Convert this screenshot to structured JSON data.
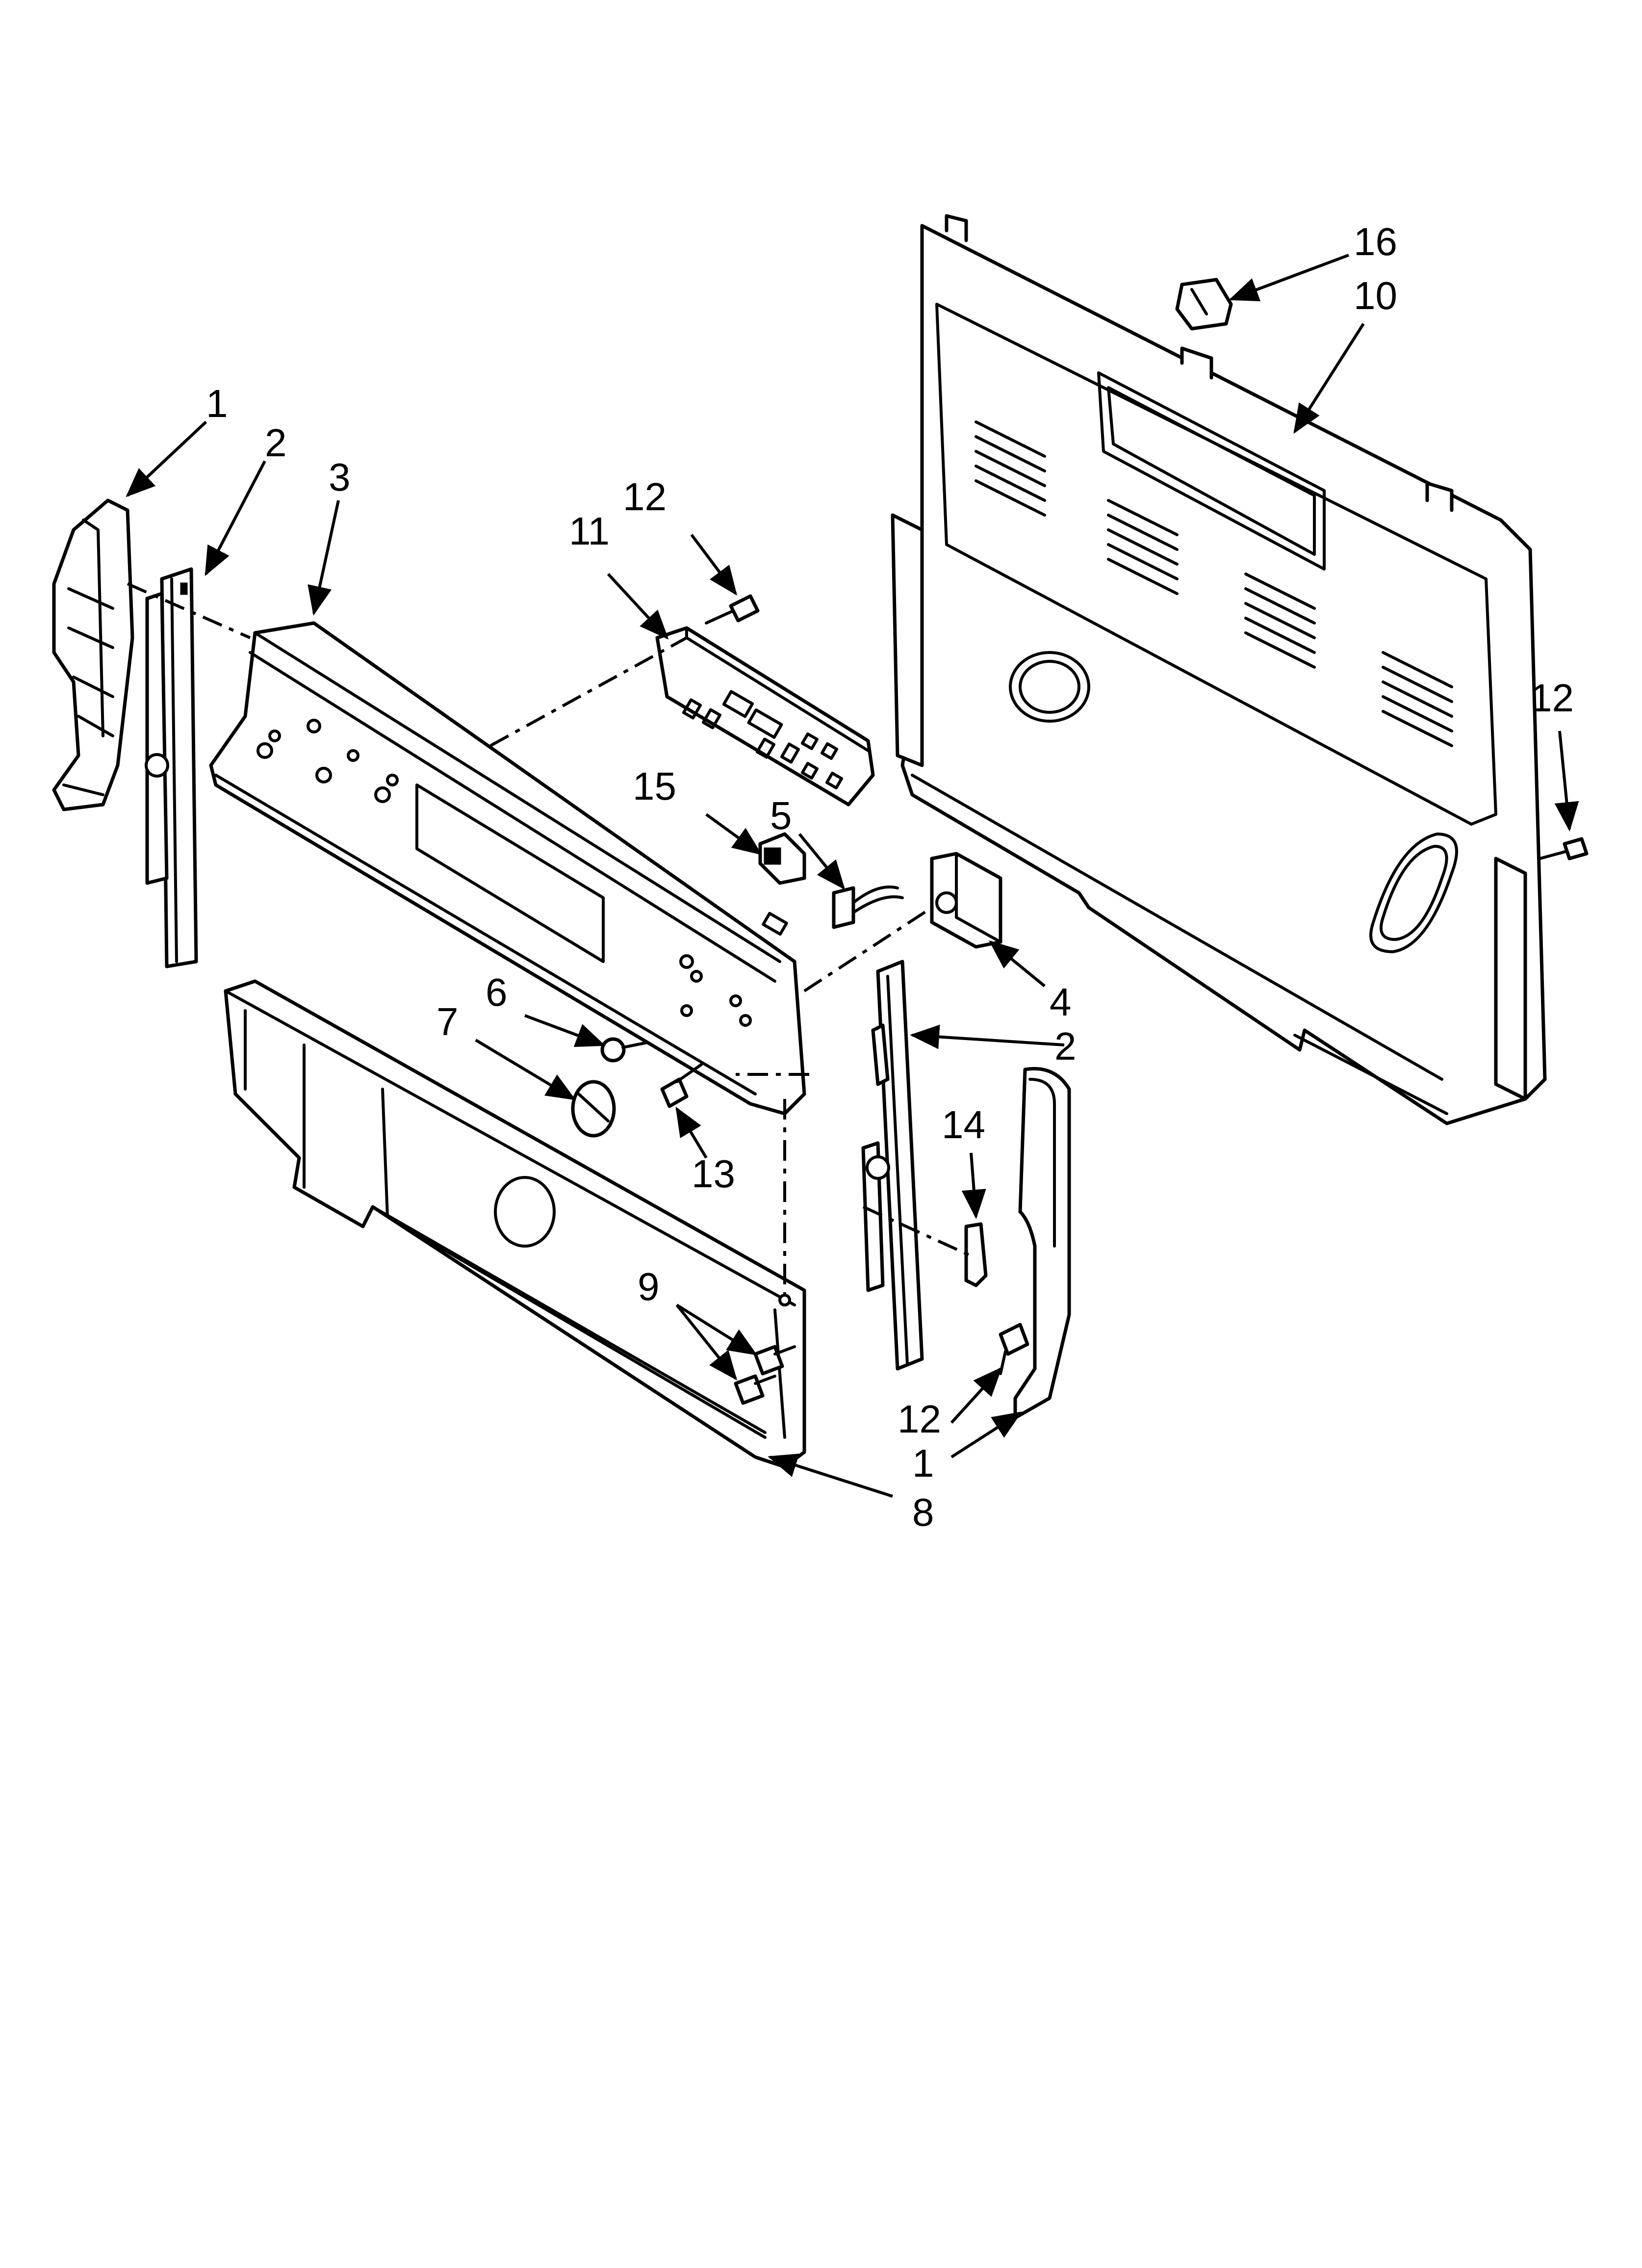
{
  "diagram": {
    "callouts": [
      {
        "id": "c1a",
        "label": "1"
      },
      {
        "id": "c2a",
        "label": "2"
      },
      {
        "id": "c3",
        "label": "3"
      },
      {
        "id": "c11",
        "label": "11"
      },
      {
        "id": "c12a",
        "label": "12"
      },
      {
        "id": "c16",
        "label": "16"
      },
      {
        "id": "c10",
        "label": "10"
      },
      {
        "id": "c12b",
        "label": "12"
      },
      {
        "id": "c15",
        "label": "15"
      },
      {
        "id": "c5",
        "label": "5"
      },
      {
        "id": "c4",
        "label": "4"
      },
      {
        "id": "c2b",
        "label": "2"
      },
      {
        "id": "c6",
        "label": "6"
      },
      {
        "id": "c7",
        "label": "7"
      },
      {
        "id": "c13",
        "label": "13"
      },
      {
        "id": "c14",
        "label": "14"
      },
      {
        "id": "c9",
        "label": "9"
      },
      {
        "id": "c12c",
        "label": "12"
      },
      {
        "id": "c1b",
        "label": "1"
      },
      {
        "id": "c8",
        "label": "8"
      }
    ]
  }
}
